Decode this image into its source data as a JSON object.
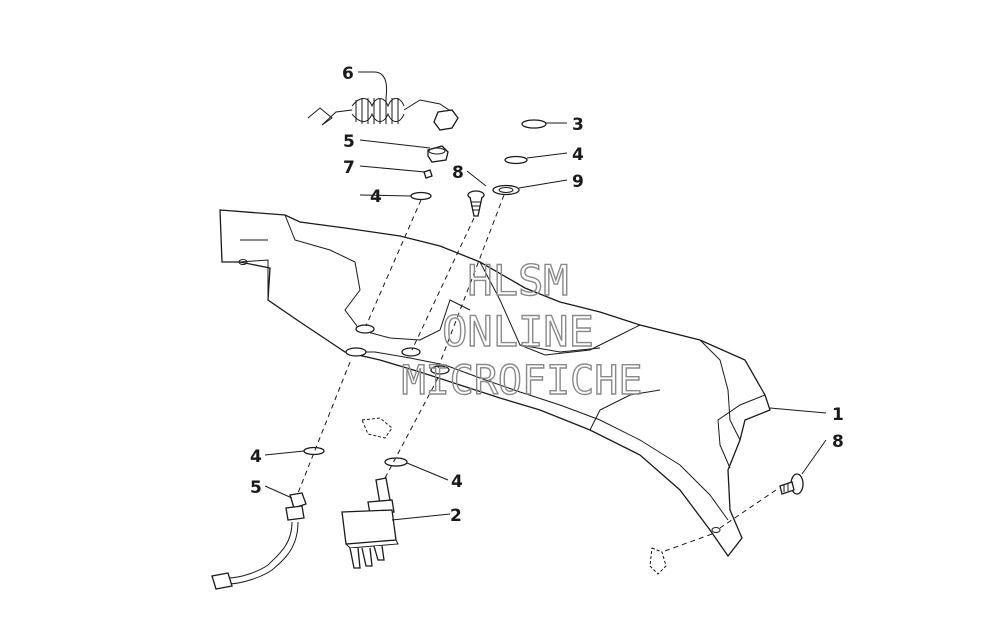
{
  "watermark": {
    "line1": "HLSM",
    "line2": "ONLINE",
    "line3": "MICROFICHE",
    "color": "#8a8a8a"
  },
  "callouts": [
    {
      "id": "c1",
      "number": "1"
    },
    {
      "id": "c2",
      "number": "2"
    },
    {
      "id": "c3",
      "number": "3"
    },
    {
      "id": "c4a",
      "number": "4"
    },
    {
      "id": "c4b",
      "number": "4"
    },
    {
      "id": "c4c",
      "number": "4"
    },
    {
      "id": "c4d",
      "number": "4"
    },
    {
      "id": "c5a",
      "number": "5"
    },
    {
      "id": "c5b",
      "number": "5"
    },
    {
      "id": "c6",
      "number": "6"
    },
    {
      "id": "c7",
      "number": "7"
    },
    {
      "id": "c8a",
      "number": "8"
    },
    {
      "id": "c8b",
      "number": "8"
    },
    {
      "id": "c9",
      "number": "9"
    }
  ],
  "colors": {
    "line": "#1a1a1a",
    "background": "#ffffff"
  }
}
